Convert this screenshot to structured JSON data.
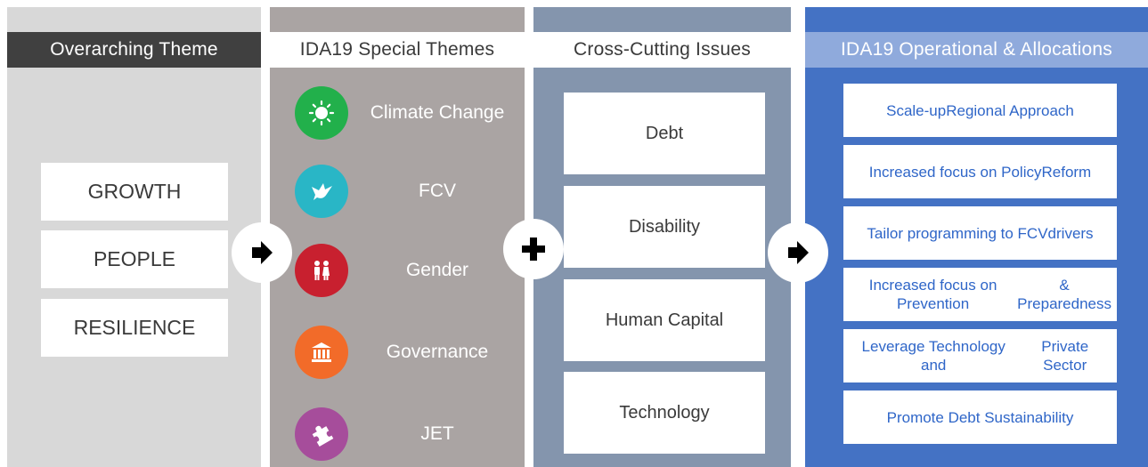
{
  "columns": {
    "overarching": {
      "header": "Overarching Theme",
      "items": [
        "GROWTH",
        "PEOPLE",
        "RESILIENCE"
      ]
    },
    "special_themes": {
      "header": "IDA19 Special Themes",
      "items": [
        {
          "label": "Climate Change",
          "icon": "sun-icon",
          "color": "#22b04b"
        },
        {
          "label": "FCV",
          "icon": "dove-icon",
          "color": "#29b6c6"
        },
        {
          "label": "Gender",
          "icon": "people-icon",
          "color": "#c8202f"
        },
        {
          "label": "Governance",
          "icon": "building-icon",
          "color": "#f26b29"
        },
        {
          "label": "JET",
          "icon": "puzzle-icon",
          "color": "#a64d9b"
        }
      ]
    },
    "cross_cutting": {
      "header": "Cross-Cutting Issues",
      "items": [
        "Debt",
        "Disability",
        "Human Capital",
        "Technology"
      ]
    },
    "operational": {
      "header": "IDA19 Operational  & Allocations",
      "items": [
        [
          "Scale-up",
          "Regional Approach"
        ],
        [
          "Increased focus on Policy",
          "Reform"
        ],
        [
          "Tailor programming to FCV",
          "drivers"
        ],
        [
          "Increased focus on Prevention",
          "& Preparedness"
        ],
        [
          "Leverage Technology and",
          "Private Sector"
        ],
        [
          "Promote Debt Sustainability"
        ]
      ]
    }
  },
  "connectors": [
    "arrow-icon",
    "plus-icon",
    "arrow-icon"
  ],
  "colors": {
    "col1": "#d8d8d8",
    "col2": "#aaa4a3",
    "col3": "#8495ad",
    "col4": "#4472c4",
    "op_text": "#2f66c8"
  }
}
